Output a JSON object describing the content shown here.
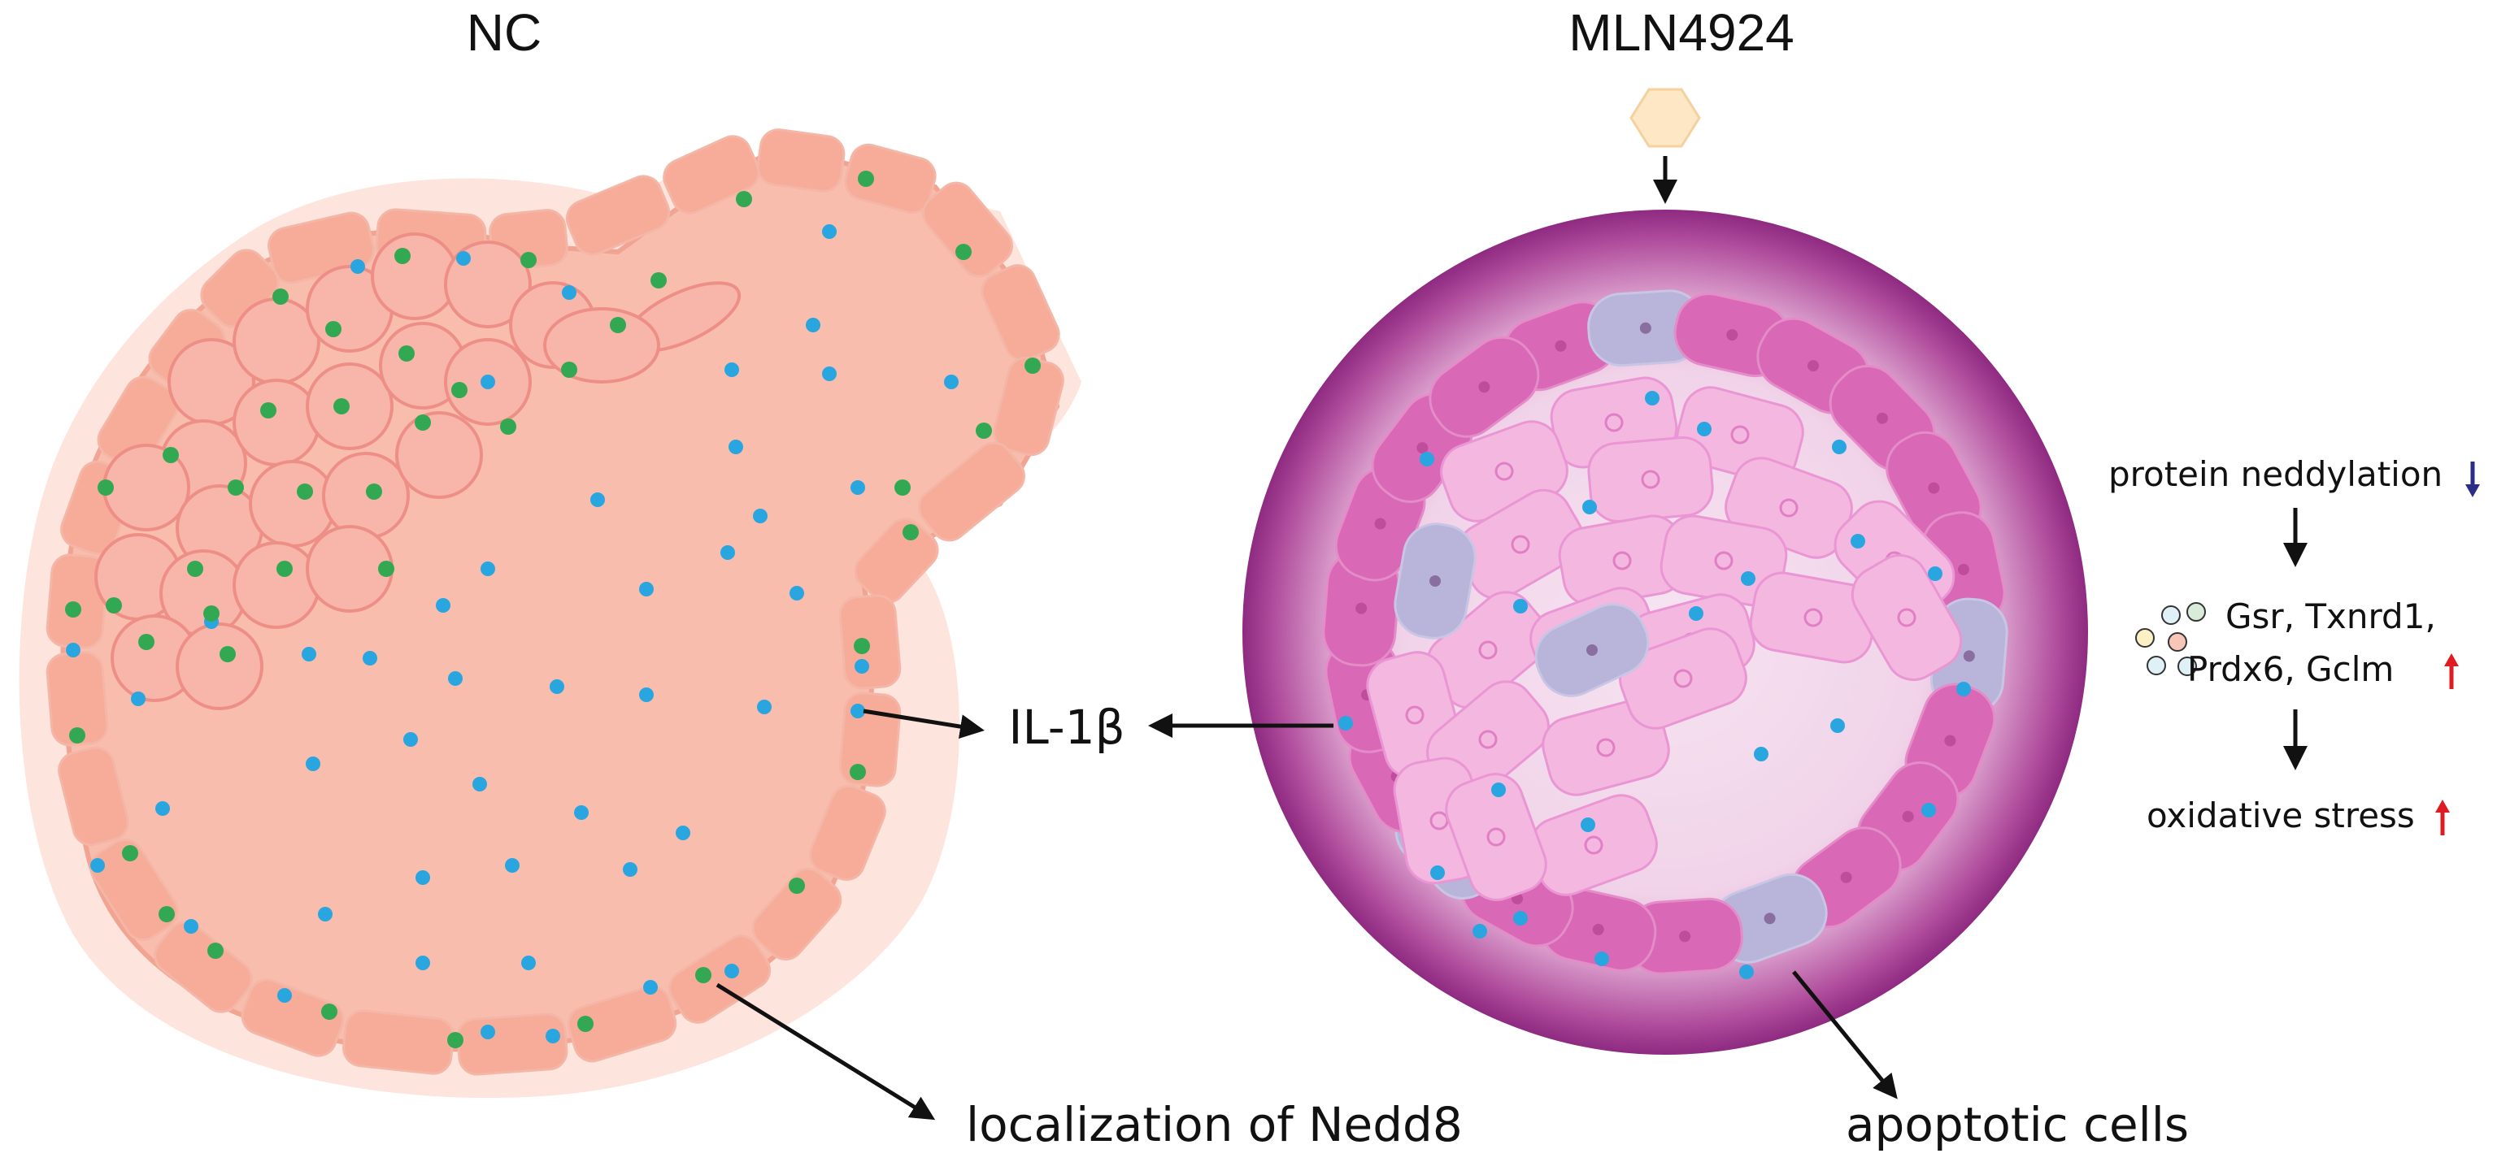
{
  "titles": {
    "left": "NC",
    "right": "MLN4924"
  },
  "labels": {
    "cytokine": "IL-1β",
    "nedd8": "localization of Nedd8",
    "apoptotic": "apoptotic cells"
  },
  "pathway": {
    "step1": "protein neddylation",
    "step2_line1": "Gsr, Txnrd1,",
    "step2_line2": "Prdx6, Gclm",
    "step3": "oxidative stress"
  },
  "colors": {
    "blue_dot": "#29a6e0",
    "green_dot": "#33a852",
    "nc_cell": "#f9b8a8",
    "oocyte": "#f4a8a2",
    "mln_rim": "#9a2d85",
    "granulosa_pink": "#d968b6",
    "apoptotic_lavender": "#b9b4da",
    "up_arrow_red": "#e11b22",
    "down_arrow_blue": "#2a2e87",
    "drug_hexagon": "#fde7c4"
  },
  "icons": {
    "drug": "hexagon-icon",
    "up": "red-up-arrow-icon",
    "down": "blue-down-arrow-icon",
    "antioxidant_cluster": "molecule-cluster-icon"
  }
}
